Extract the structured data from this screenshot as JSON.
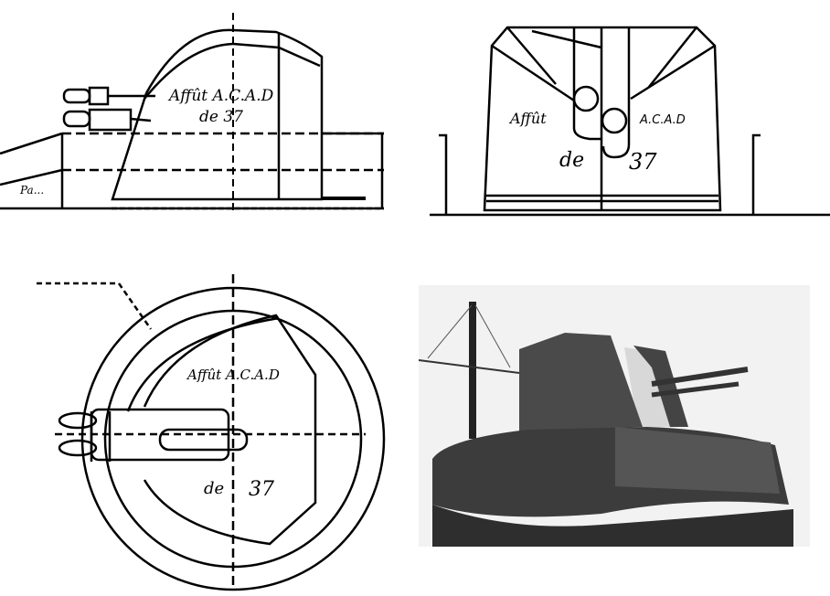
{
  "figure": {
    "panels": [
      {
        "id": "side-elevation",
        "labels": {
          "line1": "Affût A.C.A.D",
          "line2": "de 37",
          "corner": "Pa..."
        }
      },
      {
        "id": "front-elevation",
        "labels": {
          "left": "Affût",
          "right": "A.C.A.D",
          "bottom_left": "de",
          "bottom_right": "37"
        }
      },
      {
        "id": "plan-view",
        "labels": {
          "line1": "Affût A.C.A.D",
          "bottom_left": "de",
          "bottom_right": "37"
        }
      },
      {
        "id": "photograph",
        "caption": ""
      }
    ]
  },
  "colors": {
    "ink": "#000000",
    "paper": "#ffffff",
    "photo_sky": "#f2f2f2",
    "photo_hull": "#3c3c3c",
    "photo_turret": "#4a4a4a",
    "photo_shield": "#d8d8d8"
  }
}
